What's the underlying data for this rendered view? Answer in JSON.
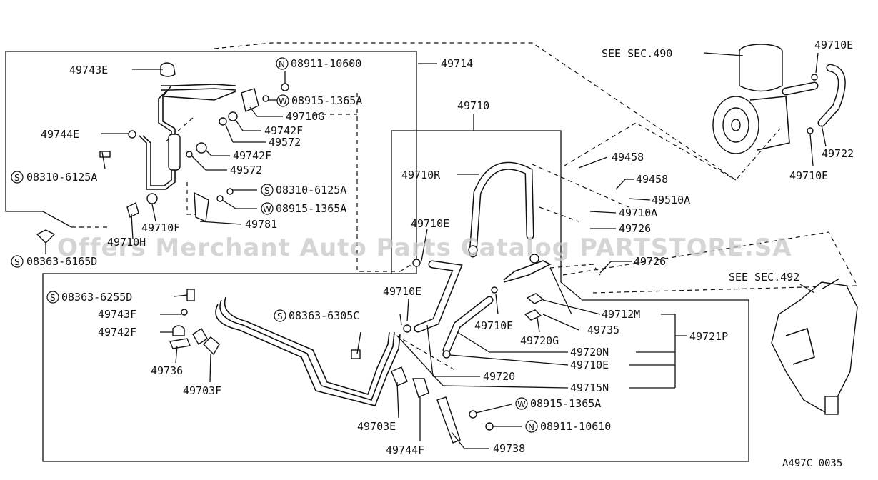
{
  "diagram": {
    "watermark": "Offers Merchant Auto Parts Catalog PARTSTORE.SA",
    "code": "A497C 0035",
    "labels": {
      "l_49743E": "49743E",
      "l_N08911_10600": "08911-10600",
      "l_49714": "49714",
      "l_W08915_1365A_a": "08915-1365A",
      "l_49710G": "49710G",
      "l_49742F_a": "49742F",
      "l_49744E": "49744E",
      "l_49572_a": "49572",
      "l_49742F_b": "49742F",
      "l_S08310_6125A_a": "08310-6125A",
      "l_49572_b": "49572",
      "l_S08310_6125A_b": "08310-6125A",
      "l_W08915_1365A_b": "08915-1365A",
      "l_49710F": "49710F",
      "l_49781": "49781",
      "l_49710H": "49710H",
      "l_S08363_6165D": "08363-6165D",
      "l_49710_top": "49710",
      "l_49710R": "49710R",
      "l_49710E_a": "49710E",
      "l_49710E_b": "49710E",
      "l_49710E_c": "49710E",
      "l_49710E_d": "49710E",
      "l_49710E_e": "49710E",
      "l_49710E_f": "49710E",
      "l_see490": "SEE SEC.490",
      "l_49722": "49722",
      "l_49458_a": "49458",
      "l_49458_b": "49458",
      "l_49510A": "49510A",
      "l_49710A": "49710A",
      "l_49726_a": "49726",
      "l_49726_b": "49726",
      "l_see492": "SEE SEC.492",
      "l_S08363_6255D": "08363-6255D",
      "l_49743F": "49743F",
      "l_49742F_c": "49742F",
      "l_49736": "49736",
      "l_49703F": "49703F",
      "l_S08363_6305C": "08363-6305C",
      "l_49712M": "49712M",
      "l_49735": "49735",
      "l_49721P": "49721P",
      "l_49720G": "49720G",
      "l_49720N": "49720N",
      "l_49720": "49720",
      "l_49715N": "49715N",
      "l_W08915_1365A_c": "08915-1365A",
      "l_N08911_10610": "08911-10610",
      "l_49703E": "49703E",
      "l_49744F": "49744F",
      "l_49738": "49738"
    },
    "prefix": {
      "N": "N",
      "W": "W",
      "S": "S"
    }
  }
}
